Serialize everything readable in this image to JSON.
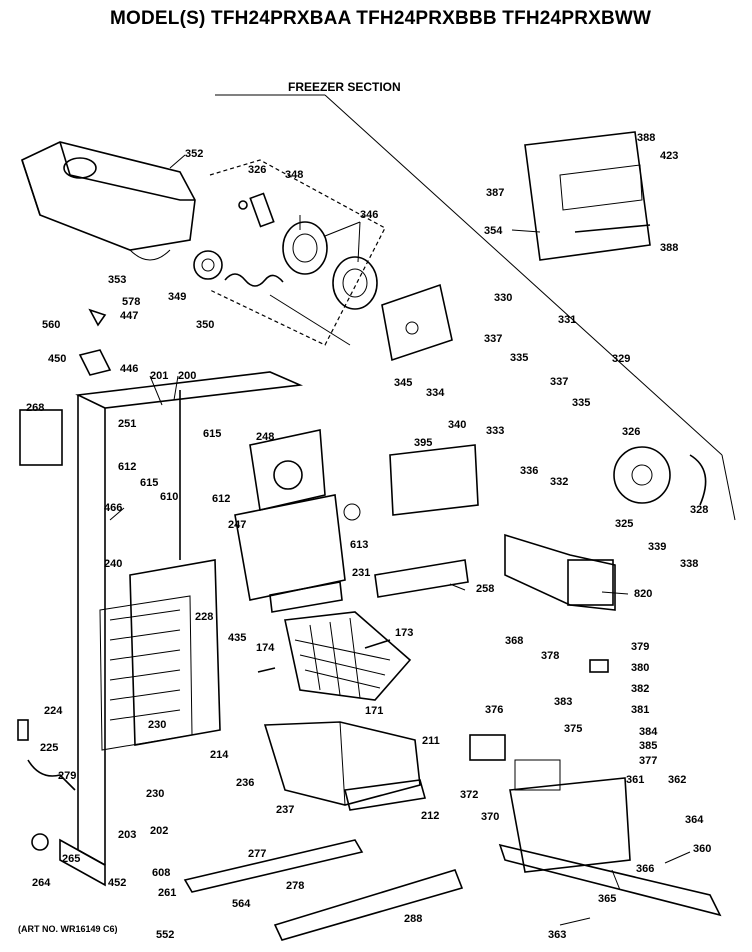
{
  "header": {
    "title": "MODEL(S) TFH24PRXBAA  TFH24PRXBBB  TFH24PRXBWW",
    "section": "FREEZER SECTION"
  },
  "footer": {
    "art_no": "(ART NO. WR16149 C6)"
  },
  "callouts": [
    "352",
    "326",
    "348",
    "346",
    "353",
    "349",
    "350",
    "578",
    "447",
    "560",
    "450",
    "446",
    "201",
    "200",
    "268",
    "251",
    "612",
    "615",
    "615",
    "610",
    "612",
    "248",
    "247",
    "613",
    "466",
    "240",
    "228",
    "231",
    "435",
    "174",
    "173",
    "171",
    "258",
    "224",
    "225",
    "279",
    "230",
    "230",
    "214",
    "236",
    "211",
    "237",
    "212",
    "202",
    "203",
    "265",
    "264",
    "608",
    "452",
    "261",
    "552",
    "277",
    "278",
    "564",
    "288",
    "345",
    "334",
    "340",
    "337",
    "335",
    "333",
    "337",
    "335",
    "336",
    "332",
    "326",
    "325",
    "330",
    "331",
    "329",
    "328",
    "339",
    "338",
    "395",
    "354",
    "387",
    "388",
    "423",
    "388",
    "820",
    "368",
    "378",
    "379",
    "380",
    "382",
    "381",
    "383",
    "376",
    "375",
    "384",
    "385",
    "377",
    "372",
    "370",
    "361",
    "362",
    "364",
    "360",
    "366",
    "365",
    "363"
  ]
}
